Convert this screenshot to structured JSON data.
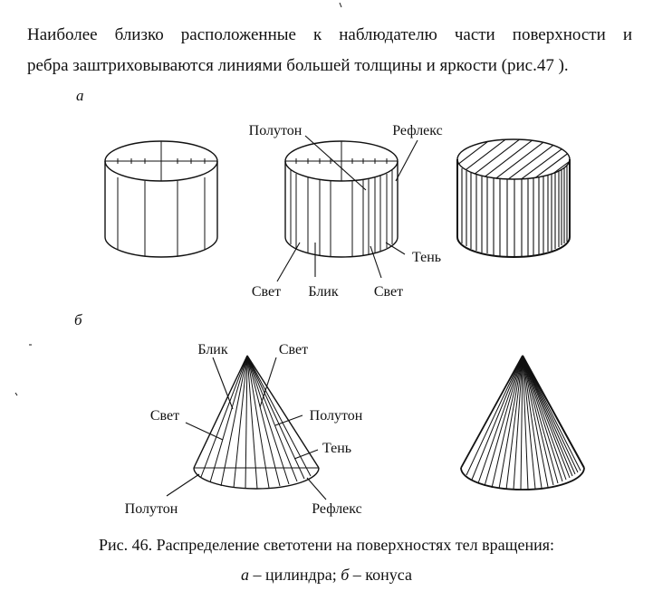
{
  "text": {
    "paragraph_line1": "Наиболее близко расположенные к наблюдателю части поверхности и",
    "paragraph_line2": "ребра заштриховываются линиями большей толщины и яркости (рис.47 ).",
    "sub_a": "а",
    "sub_b": "б"
  },
  "cylinder_labels": {
    "poluton": "Полутон",
    "refleks": "Рефлекс",
    "ten": "Тень",
    "svet_left": "Свет",
    "blik": "Блик",
    "svet_right": "Свет"
  },
  "cone_labels": {
    "blik": "Блик",
    "svet_top": "Свет",
    "svet_left": "Свет",
    "poluton_right": "Полутон",
    "ten": "Тень",
    "poluton_bottom": "Полутон",
    "refleks": "Рефлекс"
  },
  "caption": {
    "line1": "Рис. 46. Распределение светотени на поверхностях тел вращения:",
    "line2_a": "а",
    "line2_a_text": " – цилиндра; ",
    "line2_b": "б",
    "line2_b_text": " –  конуса"
  }
}
